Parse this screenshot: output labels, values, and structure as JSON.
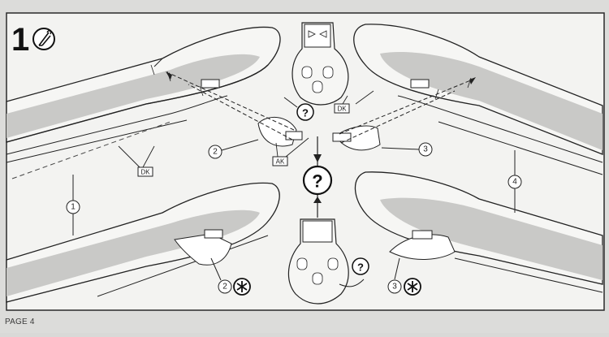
{
  "step": {
    "number": "1"
  },
  "callouts": {
    "part1": "1",
    "part2": "2",
    "part3": "3",
    "part4": "4",
    "part2_alt": "2",
    "part3_alt": "3"
  },
  "markers": {
    "question": "?",
    "flag_dk": "DK",
    "flag_ak": "AK"
  },
  "footer": {
    "page_label": "PAGE 4"
  },
  "colors": {
    "paper": "#f3f3f1",
    "shade": "#c9c9c7",
    "ink": "#1a1a1a"
  },
  "icons": [
    "glue-icon",
    "asterisk-icon",
    "question-icon",
    "arrow-icon",
    "flag-icon"
  ]
}
